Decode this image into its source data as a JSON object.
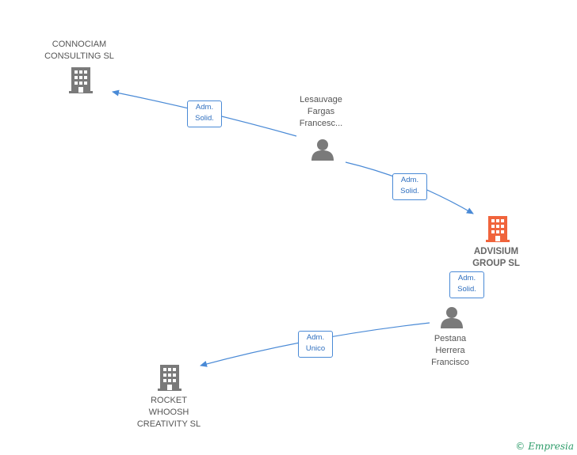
{
  "nodes": {
    "connociam": {
      "lines": [
        "CONNOCIAM",
        "CONSULTING SL"
      ],
      "type": "company",
      "color": "#7a7a7a"
    },
    "lesauvage": {
      "lines": [
        "Lesauvage",
        "Fargas",
        "Francesc..."
      ],
      "type": "person",
      "color": "#7a7a7a"
    },
    "advisium": {
      "lines": [
        "ADVISIUM",
        "GROUP SL"
      ],
      "type": "company",
      "color": "#f0643c",
      "highlight": true
    },
    "pestana": {
      "lines": [
        "Pestana",
        "Herrera",
        "Francisco"
      ],
      "type": "person",
      "color": "#7a7a7a"
    },
    "rocket": {
      "lines": [
        "ROCKET",
        "WHOOSH",
        "CREATIVITY  SL"
      ],
      "type": "company",
      "color": "#7a7a7a"
    }
  },
  "edges": [
    {
      "from": "lesauvage",
      "to": "connociam",
      "label": [
        "Adm.",
        "Solid."
      ]
    },
    {
      "from": "lesauvage",
      "to": "advisium",
      "label": [
        "Adm.",
        "Solid."
      ]
    },
    {
      "from": "pestana",
      "to": "advisium",
      "label": [
        "Adm.",
        "Solid."
      ]
    },
    {
      "from": "pestana",
      "to": "rocket",
      "label": [
        "Adm.",
        "Unico"
      ]
    }
  ],
  "colors": {
    "edge": "#4a8ad6"
  },
  "brand": {
    "copyright": "©",
    "name": "Empresia"
  }
}
